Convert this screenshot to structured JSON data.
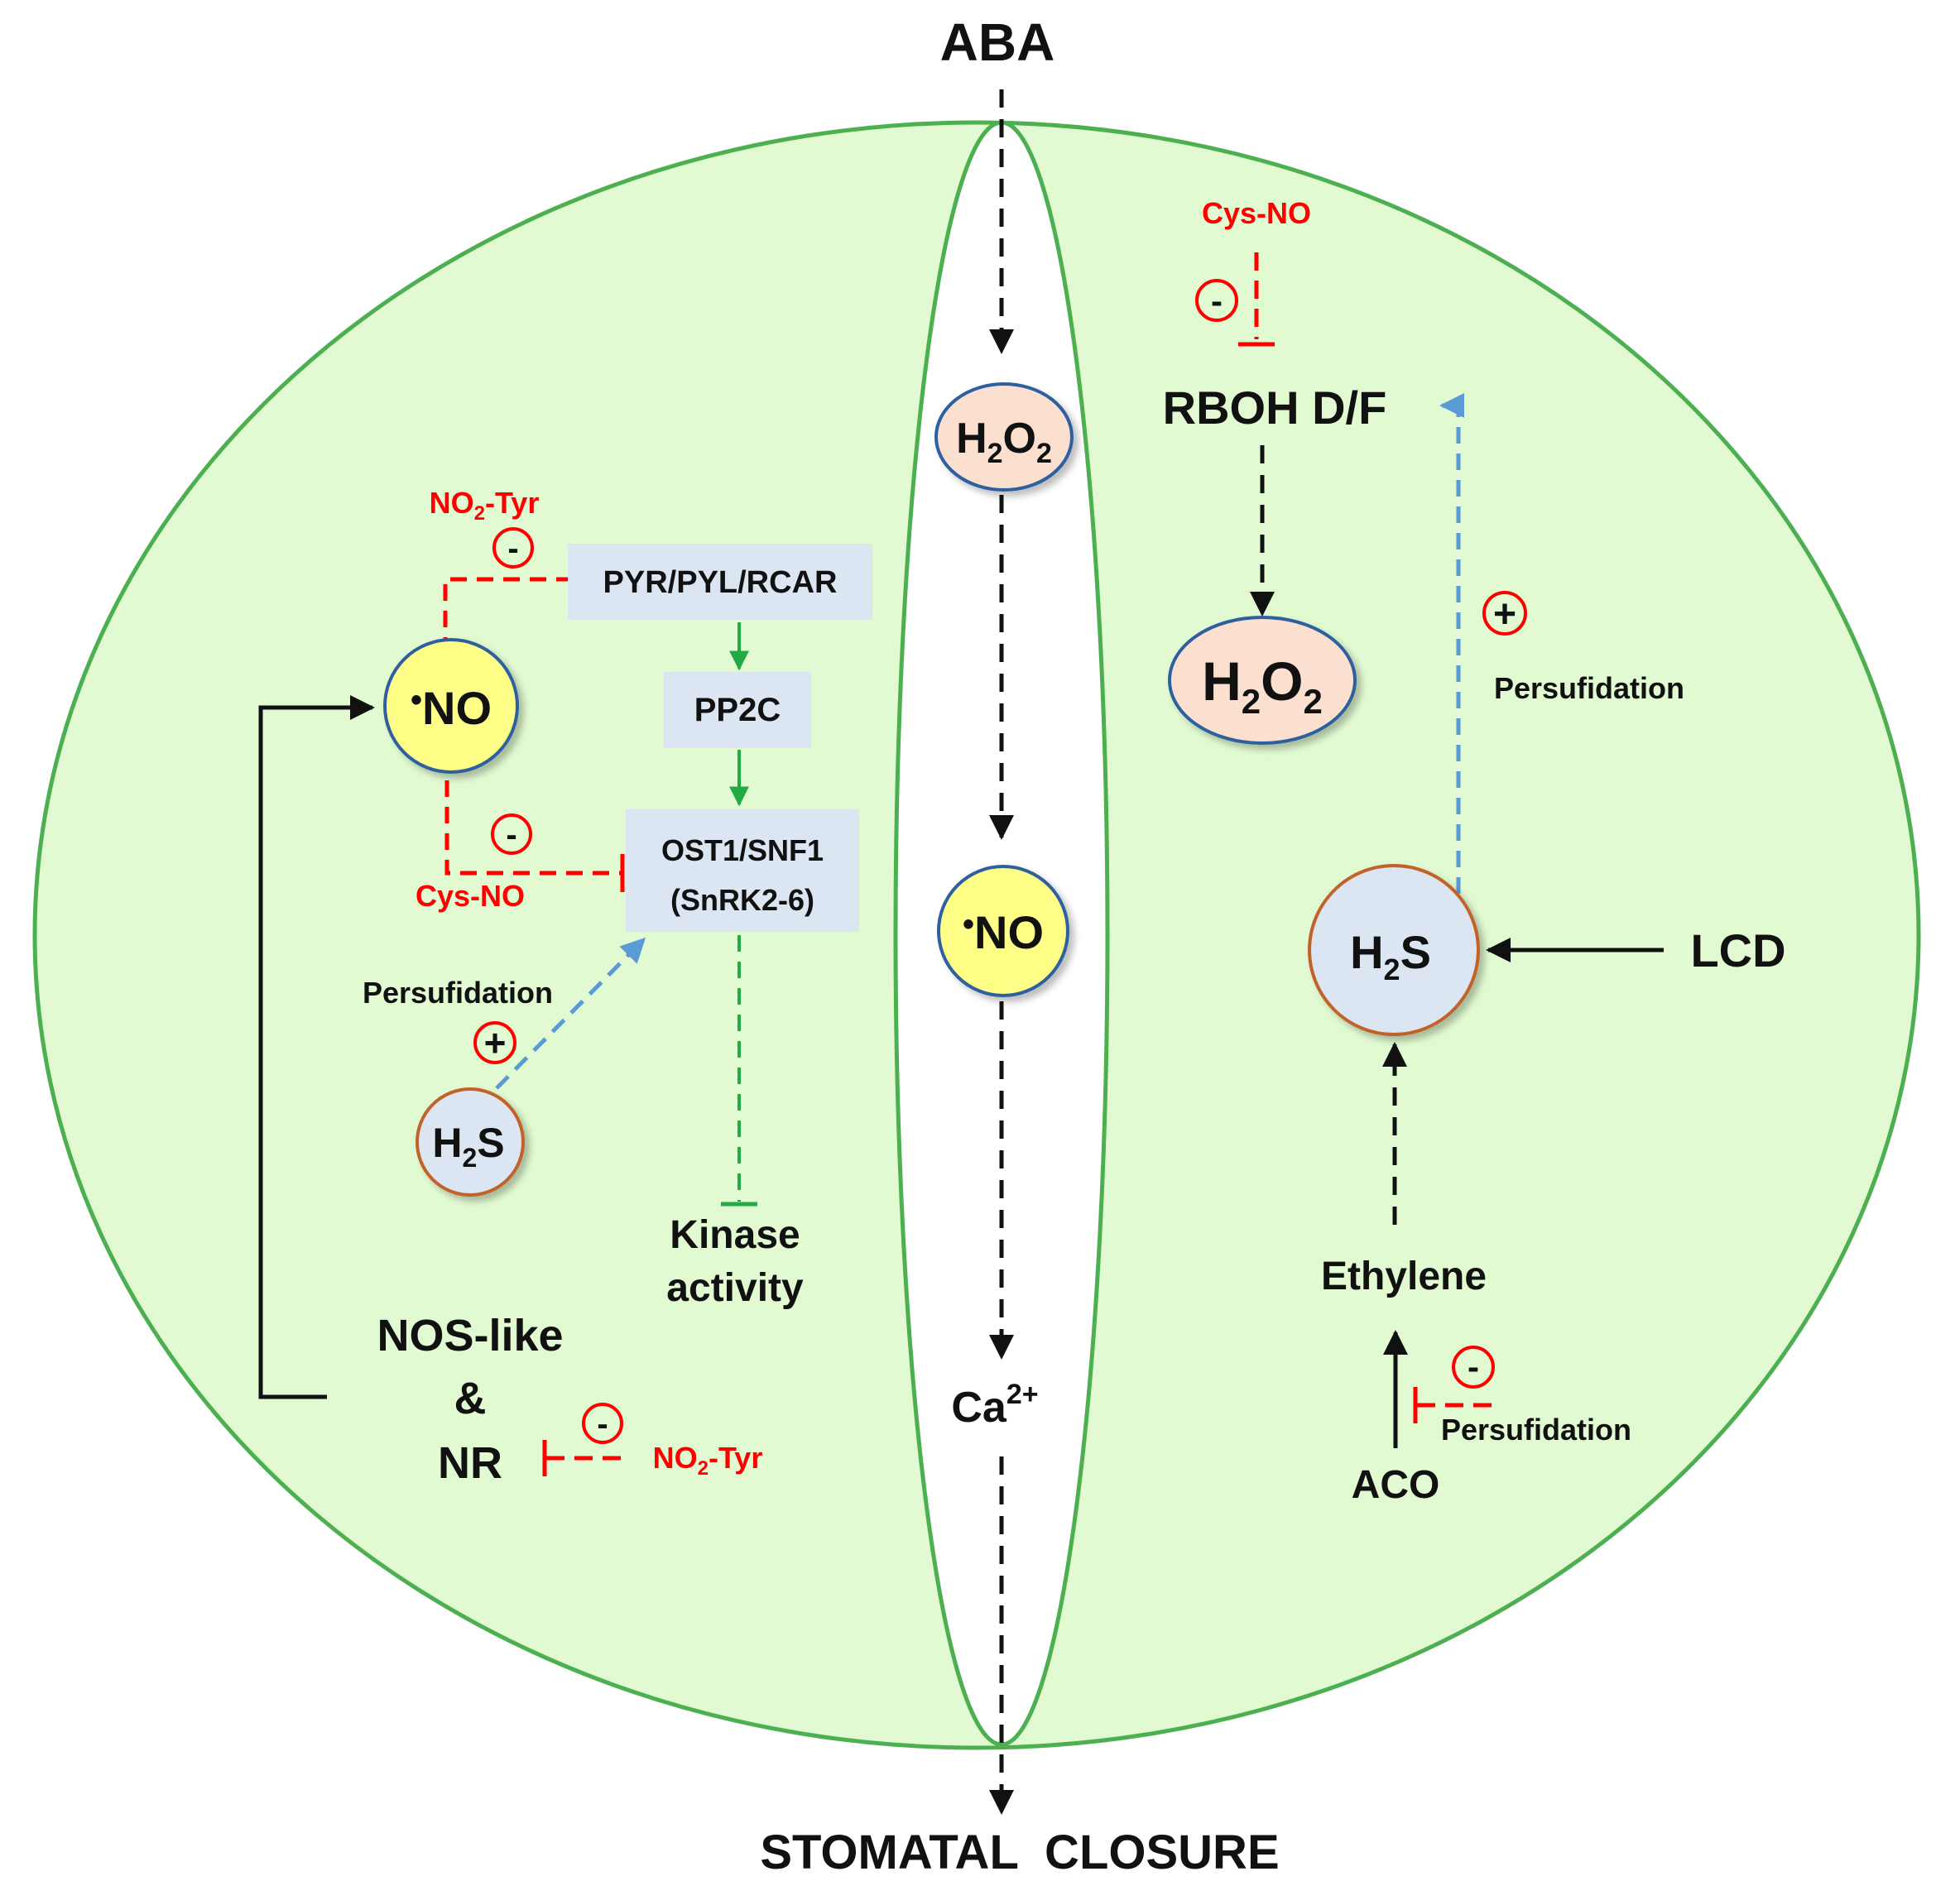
{
  "title_top": "ABA",
  "title_bottom": "STOMATAL  CLOSURE",
  "center": {
    "h2o2": {
      "main": "H",
      "sub1": "2",
      "mid": "O",
      "sub2": "2"
    },
    "no": {
      "dot": "•",
      "text": "NO"
    },
    "ca": {
      "main": "Ca",
      "sup": "2+"
    }
  },
  "left": {
    "no": {
      "dot": "•",
      "text": "NO"
    },
    "no2tyr_top": {
      "a": "NO",
      "sub": "2",
      "b": "-Tyr"
    },
    "minus_sign": "-",
    "plus_sign": "+",
    "pyr": "PYR/PYL/RCAR",
    "pp2c": "PP2C",
    "ost1_line1": "OST1/SNF1",
    "ost1_line2": "(SnRK2-6)",
    "cysno": "Cys-NO",
    "persulf": "Persufidation",
    "h2s": {
      "main": "H",
      "sub": "2",
      "end": "S"
    },
    "kinase_line1": "Kinase",
    "kinase_line2": "activity",
    "nos_line1": "NOS-like",
    "nos_line2": "&",
    "nos_line3": "NR",
    "no2tyr_bottom": {
      "a": "NO",
      "sub": "2",
      "b": "-Tyr"
    }
  },
  "right": {
    "cysno": "Cys-NO",
    "rboh": "RBOH D/F",
    "h2o2": {
      "main": "H",
      "sub1": "2",
      "mid": "O",
      "sub2": "2"
    },
    "persulf_top": "Persufidation",
    "h2s": {
      "main": "H",
      "sub": "2",
      "end": "S"
    },
    "lcd": "LCD",
    "ethylene": "Ethylene",
    "persulf_bottom": "Persufidation",
    "aco": "ACO"
  },
  "colors": {
    "cell_fill": "#e1fad1",
    "cell_stroke": "#4caf50",
    "inhibit_red": "#ff0000",
    "green_arrow": "#22aa44",
    "blue_arrow": "#5b9bd5",
    "box_fill": "#dce6f2",
    "no_fill": "#ffff88",
    "h2o2_fill": "#fbe0d0",
    "h2s_fill": "#dce6f2"
  }
}
